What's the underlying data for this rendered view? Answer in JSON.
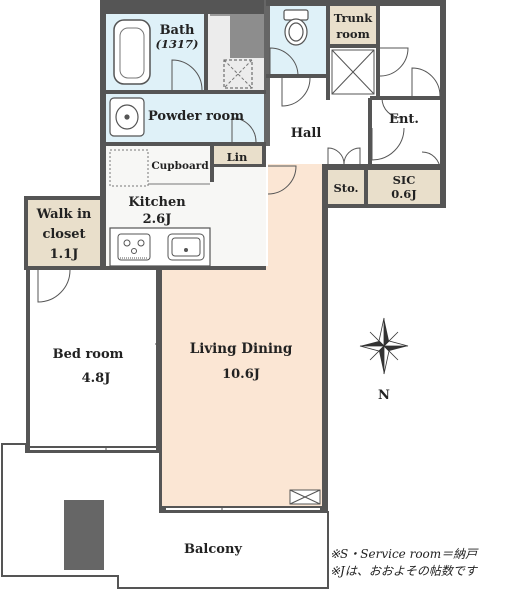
{
  "rooms": {
    "bath": "Bath",
    "bath_size": "(1317)",
    "trunk_line1": "Trunk",
    "trunk_line2": "room",
    "powder": "Powder room",
    "hall": "Hall",
    "ent": "Ent.",
    "lin": "Lin",
    "cupboard": "Cupboard",
    "kitchen": "Kitchen",
    "kitchen_size": "2.6J",
    "sto": "Sto.",
    "sic": "SIC",
    "sic_size": "0.6J",
    "walkin_line1": "Walk in",
    "walkin_line2": "closet",
    "walkin_size": "1.1J",
    "bedroom": "Bed room",
    "bedroom_size": "4.8J",
    "living": "Living Dining",
    "living_size": "10.6J",
    "balcony": "Balcony"
  },
  "compass": {
    "north": "N"
  },
  "notes": {
    "line1": "※S・Service room＝納戸",
    "line2": "※Jは、おおよその帖数です"
  },
  "colors": {
    "wet_area": "#dff1f8",
    "living": "#fbe6d4",
    "storage": "#e9dfcb",
    "kitchen": "#f7f7f5",
    "wall": "#555555",
    "balcony": "#ffffff"
  }
}
